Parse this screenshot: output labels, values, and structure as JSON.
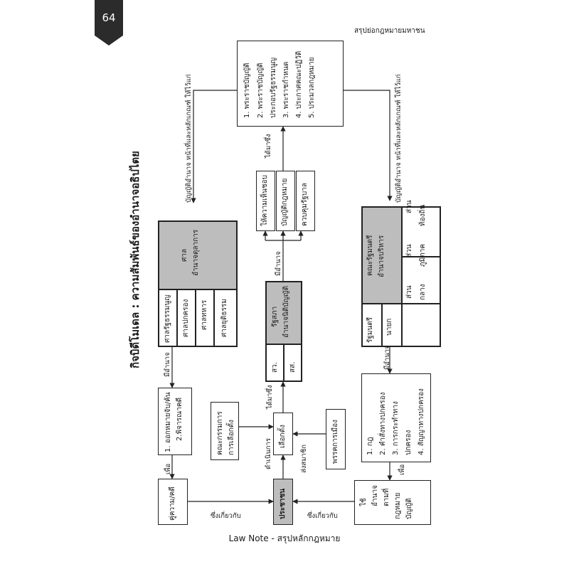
{
  "page_number": "64",
  "header_right": "สรุปย่อกฎหมายมหาชน",
  "footer": "Law Note - สรุปหลักกฎหมาย",
  "title": "กิจบิดีโมเดล : ความสัมพันธ์ของอำนาจอธิปไตย",
  "court": {
    "title": "ศาล",
    "subtitle": "อำนาจตุลาการ",
    "items": [
      "ศาลรัฐธรรมนูญ",
      "ศาลปกครอง",
      "ศาลทหาร",
      "ศาลยุติธรรม"
    ]
  },
  "court_duties": [
    "1. ออกหมายจับ/ค้น",
    "2.พิจารณาคดี"
  ],
  "parliament": {
    "title": "รัฐสภา",
    "subtitle": "อำนาจนิติบัญญัติ",
    "items": [
      "สว.",
      "สส."
    ]
  },
  "parliament_powers": [
    "ให้ความเห็นชอบ",
    "บัญญัติกฎหมาย",
    "ควบคุมรัฐบาล"
  ],
  "laws": [
    "1. พระราชบัญญัติ",
    "2. พระราชบัญญัติ",
    "ประกอบรัฐธรรมนูญ",
    "3. พระราชกำหนด",
    "4. ประกาศคณะปฏิวัติ",
    "5. ประมวลกฎหมาย"
  ],
  "cabinet": {
    "title": "คณะรัฐมนตรี",
    "subtitle": "อำนาจบริหาร",
    "left": [
      "รัฐมนตรี",
      "นายก"
    ],
    "regions": [
      {
        "line1": "ส่วน",
        "line2": "กลาง"
      },
      {
        "line1": "ส่วน",
        "line2": "ภูมิภาค"
      },
      {
        "line1": "ส่วน",
        "line2": "ท้องถิ่น"
      }
    ]
  },
  "admin_rules": [
    "1. กฎ",
    "2. คำสั่งทางปกครอง",
    "3. การกระทำทาง",
    "ปกครอง",
    "4. สัญญาทางปกครอง"
  ],
  "people": "ประชาชน",
  "litigant": "คู่ความ/คดี",
  "citizen_rights": [
    "ใช้",
    "อำนาจ",
    "ตามที่",
    "กฎหมาย",
    "บัญญัติ"
  ],
  "election": "เลือกตั้ง",
  "election_commission": [
    "คณะกรรมการ",
    "การเลือกตั้ง"
  ],
  "parties": "พรรคการเมือง",
  "labels": {
    "has_power_court": "มีอำนาจ",
    "has_power_parl": "มีอำนาจ",
    "has_power_cab": "มีอำนาจ",
    "enforce_top": "บัญญัติอำนาจ หน้าที่และหลักเกณฑ์ ให้ไว้แก่",
    "enforce_bottom": "บัญญัติอำนาจ หน้าที่และหลักเกณฑ์ ให้ไว้แก่",
    "get_from": "ได้มาซึ่ง",
    "get_from_election": "ได้มาซึ่ง",
    "to1": "เพื่อ",
    "to2": "เพื่อ",
    "related1": "ซึ่งเกี่ยวกับ",
    "related2": "ซึ่งเกี่ยวกับ",
    "operate": "ดำเนินการ",
    "send_member": "ส่งสมาชิก"
  }
}
